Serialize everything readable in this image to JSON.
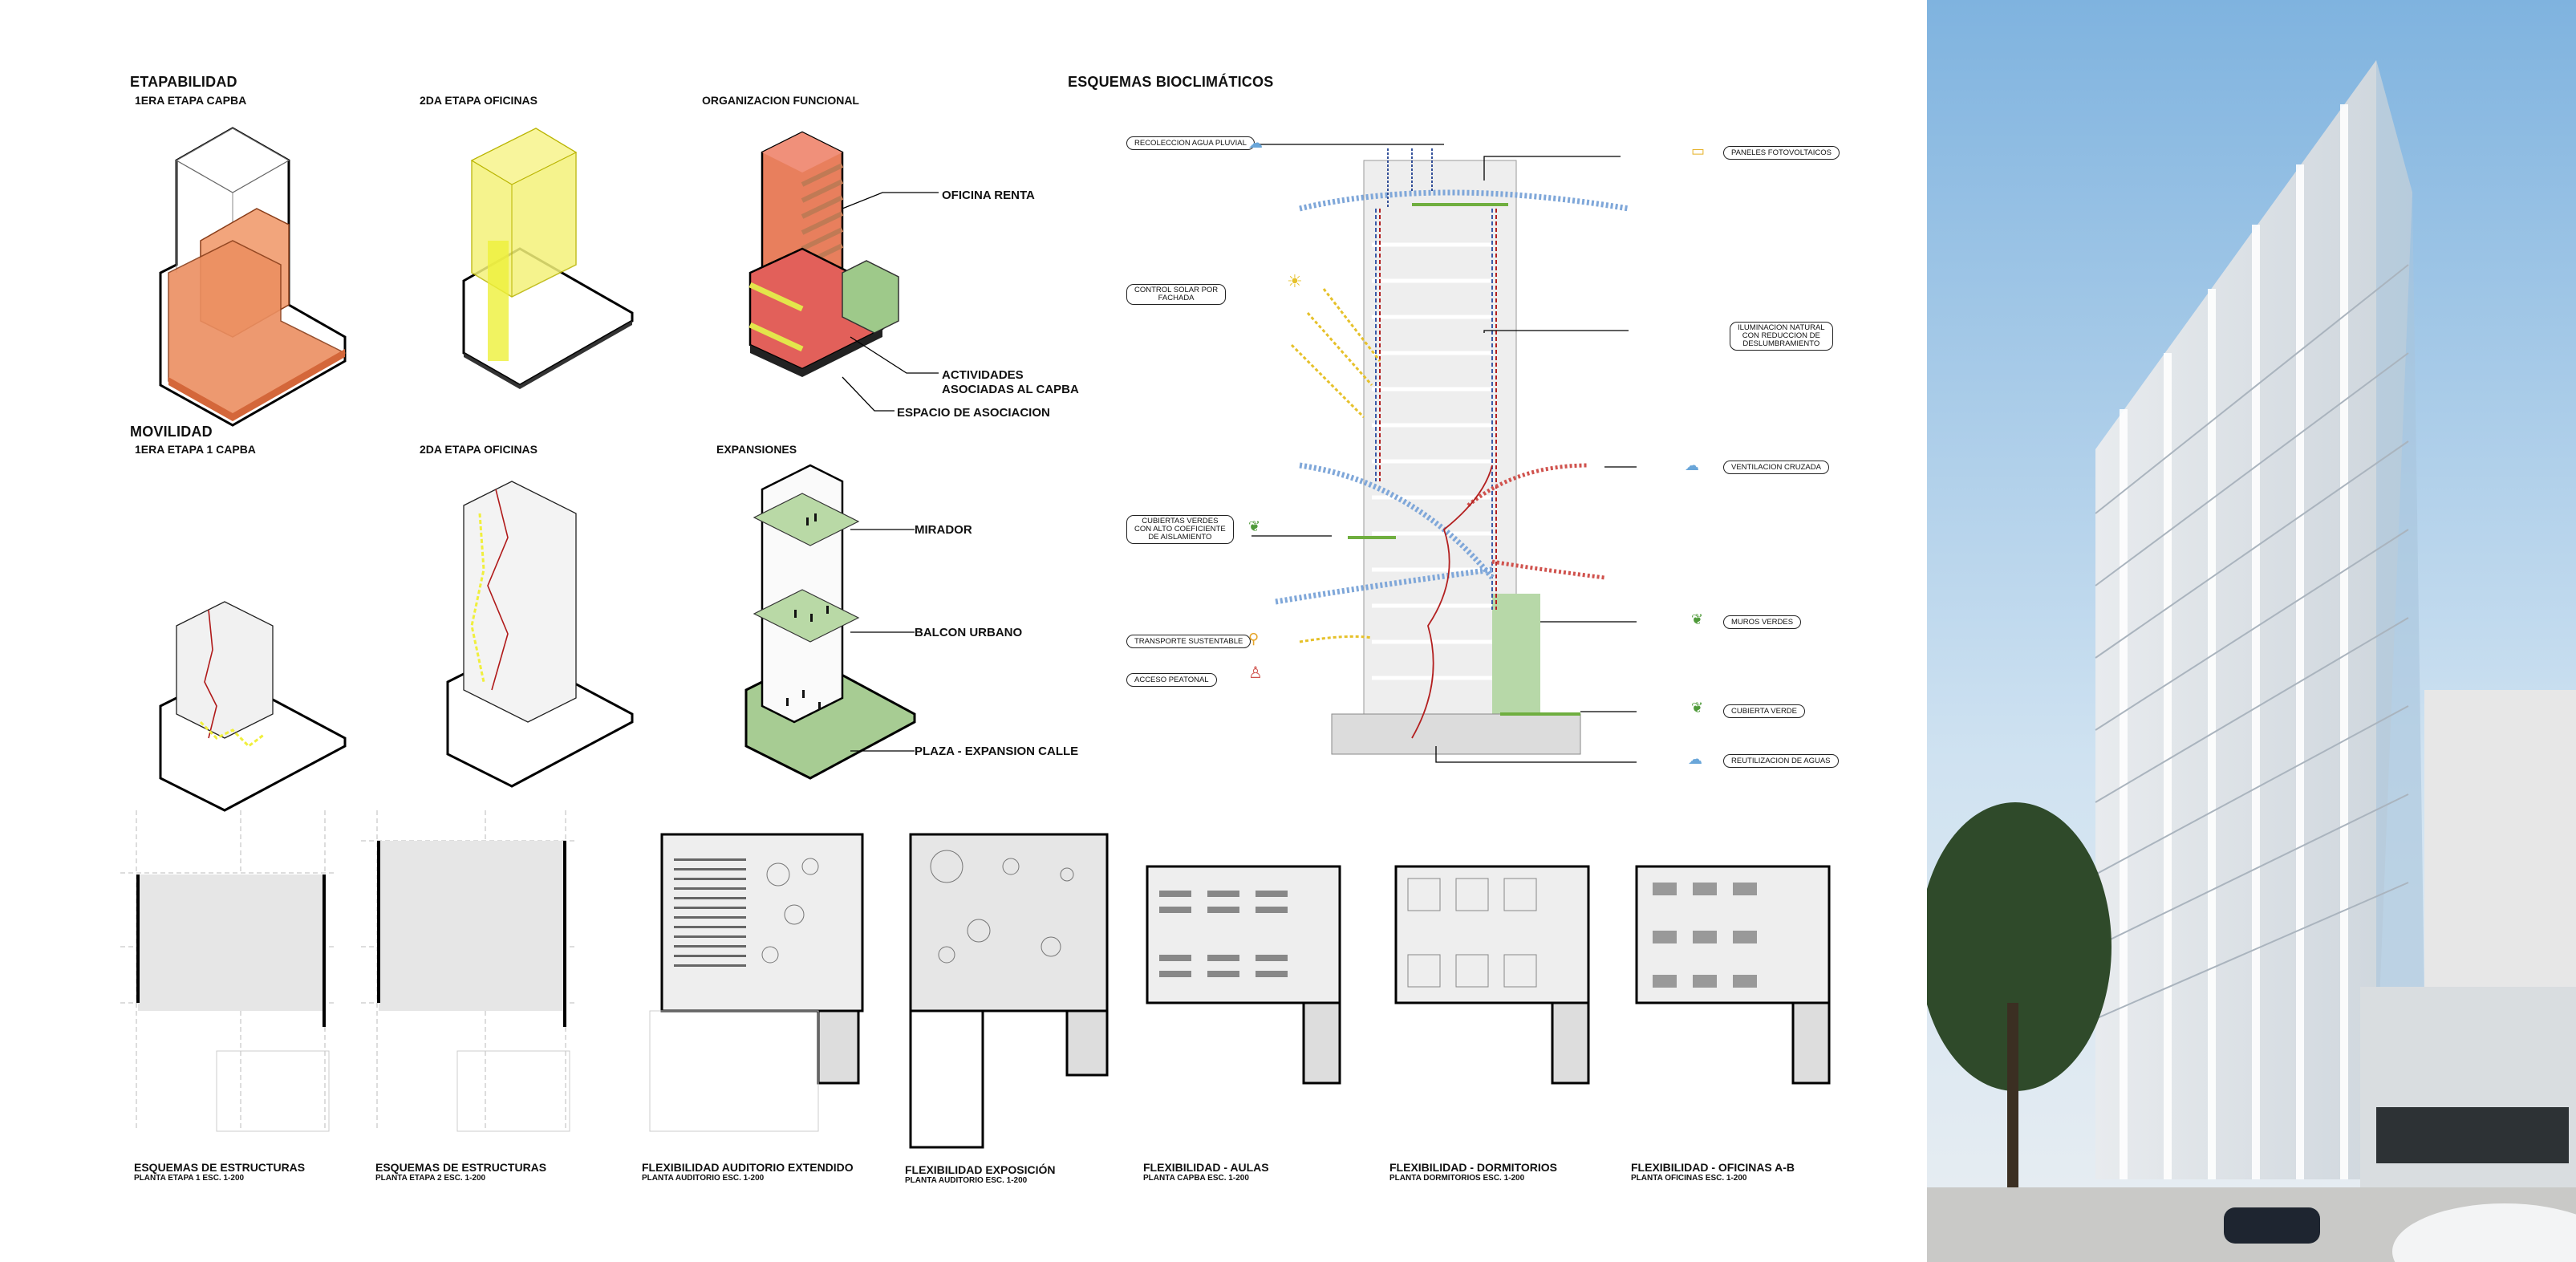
{
  "sections": {
    "etapabilidad": "ETAPABILIDAD",
    "movilidad": "MOVILIDAD",
    "bioclimaticos": "ESQUEMAS BIOCLIMÁTICOS"
  },
  "subtitles": {
    "e1": "1ERA ETAPA CAPBA",
    "e2": "2DA ETAPA OFICINAS",
    "org": "ORGANIZACION FUNCIONAL",
    "m1": "1ERA ETAPA 1 CAPBA",
    "m2": "2DA ETAPA OFICINAS",
    "exp": "EXPANSIONES"
  },
  "org_labels": {
    "oficina": "OFICINA RENTA",
    "actividades_1": "ACTIVIDADES",
    "actividades_2": "ASOCIADAS AL CAPBA",
    "espacio": "ESPACIO DE ASOCIACION"
  },
  "exp_labels": {
    "mirador": "MIRADOR",
    "balcon": "BALCON URBANO",
    "plaza": "PLAZA - EXPANSION CALLE"
  },
  "bio_tags": {
    "recoleccion": "RECOLECCION AGUA PLUVIAL",
    "control_1": "CONTROL SOLAR POR",
    "control_2": "FACHADA",
    "cubiertas_1": "CUBIERTAS VERDES",
    "cubiertas_2": "CON ALTO COEFICIENTE",
    "cubiertas_3": "DE AISLAMIENTO",
    "transporte": "TRANSPORTE SUSTENTABLE",
    "acceso": "ACCESO PEATONAL",
    "paneles": "PANELES FOTOVOLTAICOS",
    "ilum_1": "ILUMINACION NATURAL",
    "ilum_2": "CON REDUCCION DE",
    "ilum_3": "DESLUMBRAMIENTO",
    "ventilacion": "VENTILACION CRUZADA",
    "muros": "MUROS VERDES",
    "cubierta": "CUBIERTA VERDE",
    "reutilizacion": "REUTILIZACION DE AGUAS"
  },
  "plans": [
    {
      "title": "ESQUEMAS DE ESTRUCTURAS",
      "sub": "PLANTA  ETAPA 1 ESC. 1-200"
    },
    {
      "title": "ESQUEMAS DE ESTRUCTURAS",
      "sub": "PLANTA  ETAPA 2 ESC. 1-200"
    },
    {
      "title": "FLEXIBILIDAD AUDITORIO EXTENDIDO",
      "sub": "PLANTA  AUDITORIO ESC. 1-200"
    },
    {
      "title": "FLEXIBILIDAD EXPOSICIÓN",
      "sub": "PLANTA  AUDITORIO ESC. 1-200"
    },
    {
      "title": "FLEXIBILIDAD - AULAS",
      "sub": "PLANTA  CAPBA ESC. 1-200"
    },
    {
      "title": "FLEXIBILIDAD - DORMITORIOS",
      "sub": "PLANTA DORMITORIOS ESC. 1-200"
    },
    {
      "title": "FLEXIBILIDAD - OFICINAS A-B",
      "sub": "PLANTA OFICINAS ESC. 1-200"
    }
  ],
  "colors": {
    "orange": "#e8875a",
    "yellow": "#eef03a",
    "green": "#9ec98a",
    "red": "#e26a5c",
    "sky": "#7fb3df"
  }
}
